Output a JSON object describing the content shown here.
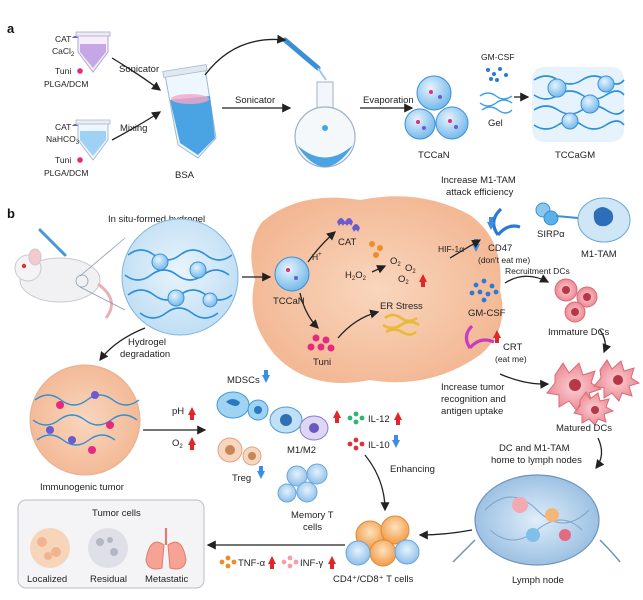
{
  "panels": {
    "a": "a",
    "b": "b"
  },
  "panel_a": {
    "tube1": {
      "line1": "CAT",
      "line2": "CaCl",
      "line2_sub": "2",
      "line3": "Tuni",
      "line4": "PLGA/DCM"
    },
    "tube2": {
      "line1": "CAT",
      "line2": "NaHCO",
      "line2_sub": "3",
      "line3": "Tuni",
      "line4": "PLGA/DCM"
    },
    "sonicator1": "Sonicator",
    "mixing": "Mixing",
    "bsa": "BSA",
    "sonicator2": "Sonicator",
    "evaporation": "Evaporation",
    "gmcsf": "GM-CSF",
    "gel": "Gel",
    "tccan": "TCCaN",
    "tccagm": "TCCaGM"
  },
  "panel_b": {
    "hydrogel_title": "In situ-formed hydrogel",
    "hydrogel_degradation": [
      "Hydrogel",
      "degradation"
    ],
    "immunogenic_tumor": "Immunogenic tumor",
    "tccan": "TCCaN",
    "h_plus": "H",
    "h_plus_sup": "+",
    "cat": "CAT",
    "h2o2": "H",
    "h2o2_sub1": "2",
    "h2o2_o": "O",
    "h2o2_sub2": "2",
    "o2": "O",
    "o2_sub": "2",
    "tuni": "Tuni",
    "er_stress": "ER Stress",
    "hif": "HIF-1α",
    "increase_m1": [
      "Increase M1-TAM",
      "attack efficiency"
    ],
    "cd47": "CD47",
    "dont_eat": "(don't eat me)",
    "sirpa": "SIRPα",
    "m1tam": "M1-TAM",
    "recruitment": "Recruitment DCs",
    "gmcsf": "GM-CSF",
    "immature": "Immature DCs",
    "crt": "CRT",
    "eat_me": "(eat me)",
    "increase_tumor": [
      "Increase tumor",
      "recognition and",
      "antigen uptake"
    ],
    "matured": "Matured DCs",
    "home": [
      "DC and M1-TAM",
      "home to lymph nodes"
    ],
    "lymph": "Lymph node",
    "mdscs": "MDSCs",
    "ph": "pH",
    "o2_b": "O",
    "o2_b_sub": "2",
    "m1m2": "M1/M2",
    "il12": "IL-12",
    "il10": "IL-10",
    "treg": "Treg",
    "enhancing": "Enhancing",
    "memory": [
      "Memory T",
      "cells"
    ],
    "tnf": "TNF-α",
    "inf": "INF-γ",
    "tcells": "CD4⁺/CD8⁺ T cells",
    "tumor_cells": "Tumor cells",
    "localized": "Localized",
    "residual": "Residual",
    "metastatic": "Metastatic"
  },
  "colors": {
    "tumor": "#f6c7a8",
    "hydrogel": "#3b9fe0",
    "cat": "#6b5bd0",
    "tuni": "#e8287d",
    "gmcsf": "#2a7ad8",
    "up_arrow": "#e0262a",
    "down_arrow": "#3a8ee6",
    "dc": "#ee8a94",
    "tcell": "#f4a85a",
    "memory": "#8cc4ee",
    "mdsc": "#5bb4e6"
  }
}
